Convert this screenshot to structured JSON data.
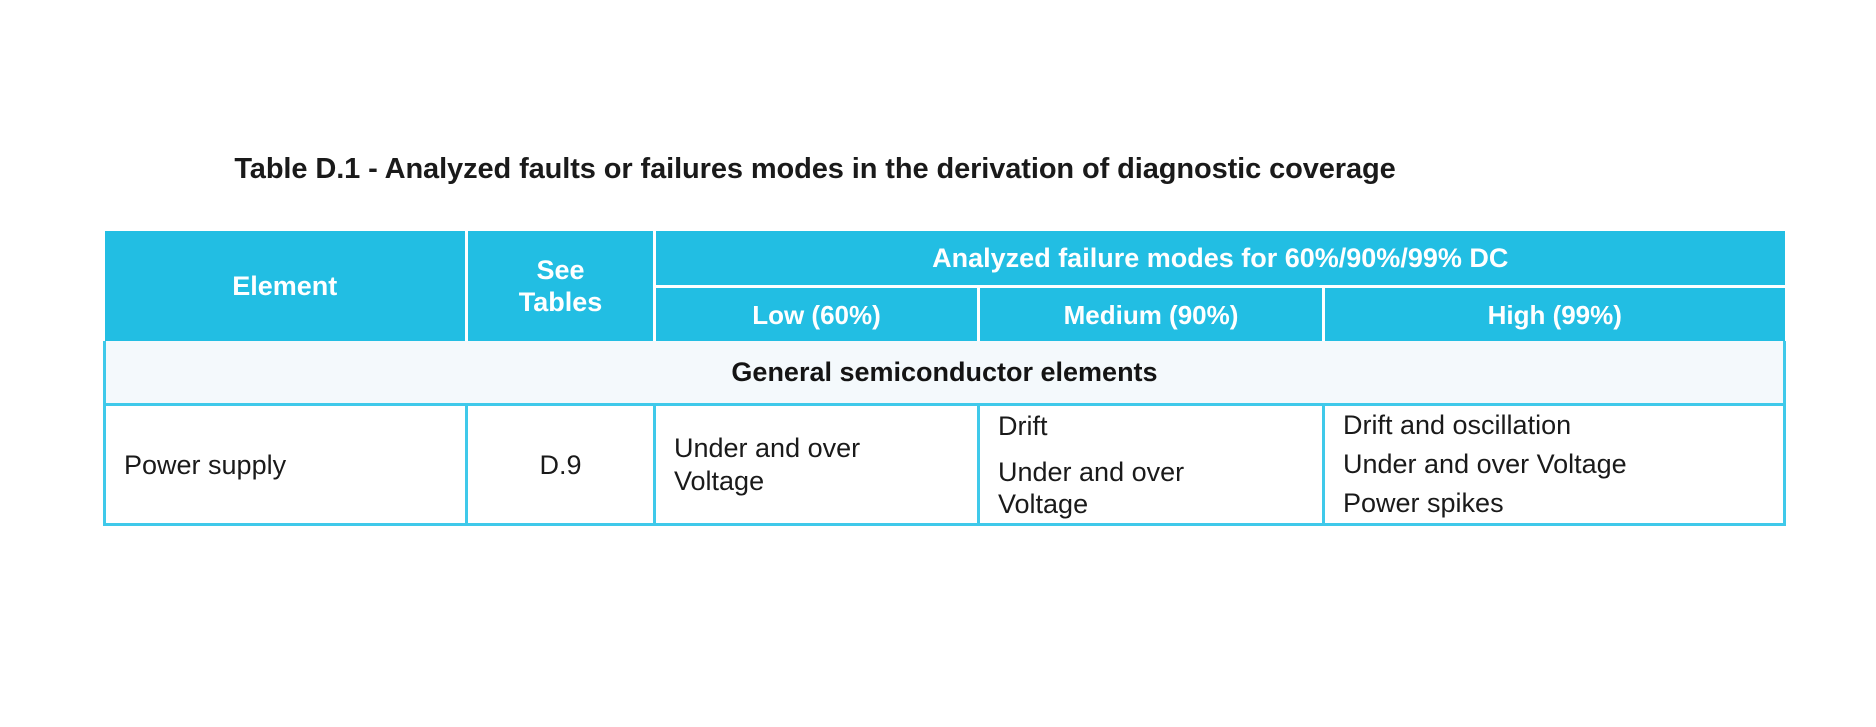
{
  "document": {
    "title": "Table D.1 - Analyzed faults or failures modes in the derivation of diagnostic coverage"
  },
  "colors": {
    "header_fill": "#22bee3",
    "header_text": "#ffffff",
    "border": "#3fc9ea",
    "band_fill": "#f4f9fc",
    "body_text": "#1a1a1a",
    "page_background": "#ffffff"
  },
  "table": {
    "header": {
      "element_label": "Element",
      "see_tables_label": "See\nTables",
      "group_label": "Analyzed failure modes for 60%/90%/99% DC",
      "sub_columns": [
        {
          "label": "Low (60%)"
        },
        {
          "label": "Medium (90%)"
        },
        {
          "label": "High (99%)"
        }
      ]
    },
    "section_band": {
      "label": "General semiconductor elements"
    },
    "rows": [
      {
        "element": "Power supply",
        "see_tables": "D.9",
        "low": [
          "Under and over",
          "Voltage"
        ],
        "medium": [
          "Drift",
          "Under and over",
          "Voltage"
        ],
        "high": [
          "Drift and oscillation",
          "Under and over Voltage",
          "Power spikes"
        ]
      }
    ]
  }
}
